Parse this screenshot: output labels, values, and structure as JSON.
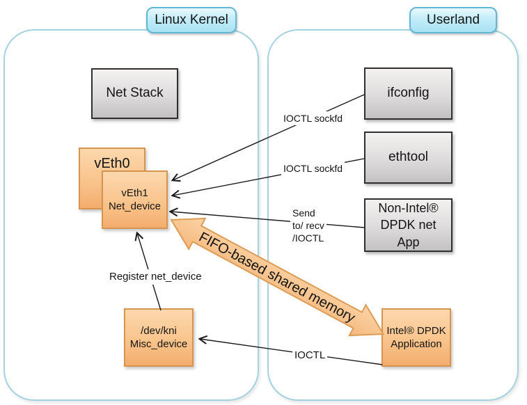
{
  "regions": {
    "kernel": {
      "label": "Linux Kernel"
    },
    "userland": {
      "label": "Userland"
    }
  },
  "nodes": {
    "net_stack": {
      "label": "Net Stack",
      "style": "gray"
    },
    "veth0": {
      "label": "vEth0",
      "style": "orange"
    },
    "veth1": {
      "label": "vEth1\nNet_device",
      "style": "orange"
    },
    "dev_kni": {
      "label": "/dev/kni\nMisc_device",
      "style": "orange"
    },
    "ifconfig": {
      "label": "ifconfig",
      "style": "gray"
    },
    "ethtool": {
      "label": "ethtool",
      "style": "gray"
    },
    "non_intel_app": {
      "label": "Non-Intel®\nDPDK net\nApp",
      "style": "gray"
    },
    "intel_app": {
      "label": "Intel® DPDK\nApplication",
      "style": "orange"
    }
  },
  "edge_labels": {
    "ioctl_sockfd_1": "IOCTL sockfd",
    "ioctl_sockfd_2": "IOCTL sockfd",
    "send_recv": "Send\nto/ recv\n/IOCTL",
    "register_net_device": "Register net_device",
    "ioctl": "IOCTL",
    "fifo": "FIFO-based shared memory"
  },
  "edges": [
    {
      "from": "ifconfig",
      "to": "veth1",
      "label": "IOCTL sockfd"
    },
    {
      "from": "ethtool",
      "to": "veth1",
      "label": "IOCTL sockfd"
    },
    {
      "from": "non_intel_app",
      "to": "veth1",
      "label": "Send to/ recv /IOCTL"
    },
    {
      "from": "dev_kni",
      "to": "veth1",
      "label": "Register net_device"
    },
    {
      "from": "intel_app",
      "to": "dev_kni",
      "label": "IOCTL"
    },
    {
      "from": "veth1",
      "to": "intel_app",
      "label": "FIFO-based shared memory",
      "type": "thick-double-arrow"
    }
  ],
  "colors": {
    "orange_fill": "#f9c48c",
    "orange_border": "#d6944e",
    "gray_fill": "#dddbdb",
    "gray_border": "#2f2f2f",
    "cyan_fill": "#c2ecf8",
    "cyan_border": "#5fb7d5",
    "container_border": "#a3d3e0",
    "connector": "#1a1a1a"
  }
}
